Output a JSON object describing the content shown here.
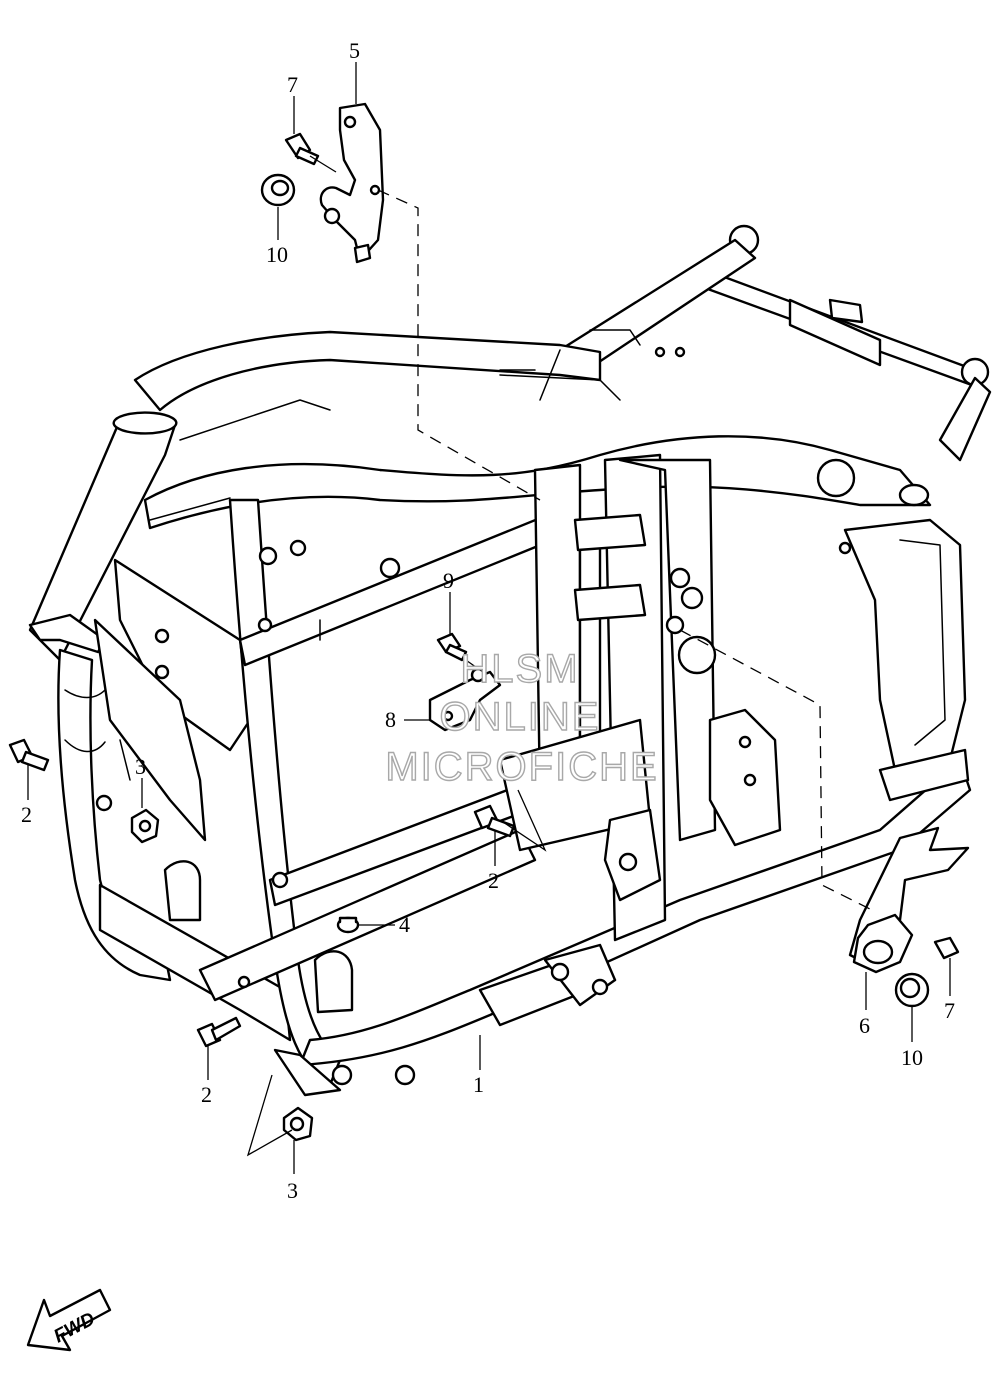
{
  "diagram": {
    "callouts": [
      {
        "id": "c5",
        "text": "5"
      },
      {
        "id": "c7a",
        "text": "7"
      },
      {
        "id": "c10a",
        "text": "10"
      },
      {
        "id": "c9",
        "text": "9"
      },
      {
        "id": "c8",
        "text": "8"
      },
      {
        "id": "c2a",
        "text": "2"
      },
      {
        "id": "c3a",
        "text": "3"
      },
      {
        "id": "c2b",
        "text": "2"
      },
      {
        "id": "c4",
        "text": "4"
      },
      {
        "id": "c2c",
        "text": "2"
      },
      {
        "id": "c1",
        "text": "1"
      },
      {
        "id": "c3b",
        "text": "3"
      },
      {
        "id": "c6",
        "text": "6"
      },
      {
        "id": "c7b",
        "text": "7"
      },
      {
        "id": "c10b",
        "text": "10"
      }
    ],
    "watermark": [
      "HLSM",
      "ONLINE",
      "MICROFICHE"
    ],
    "fwd_label": "FWD"
  },
  "colors": {
    "line": "#000000",
    "background": "#ffffff",
    "watermark_stroke": "#a8a8a8"
  }
}
